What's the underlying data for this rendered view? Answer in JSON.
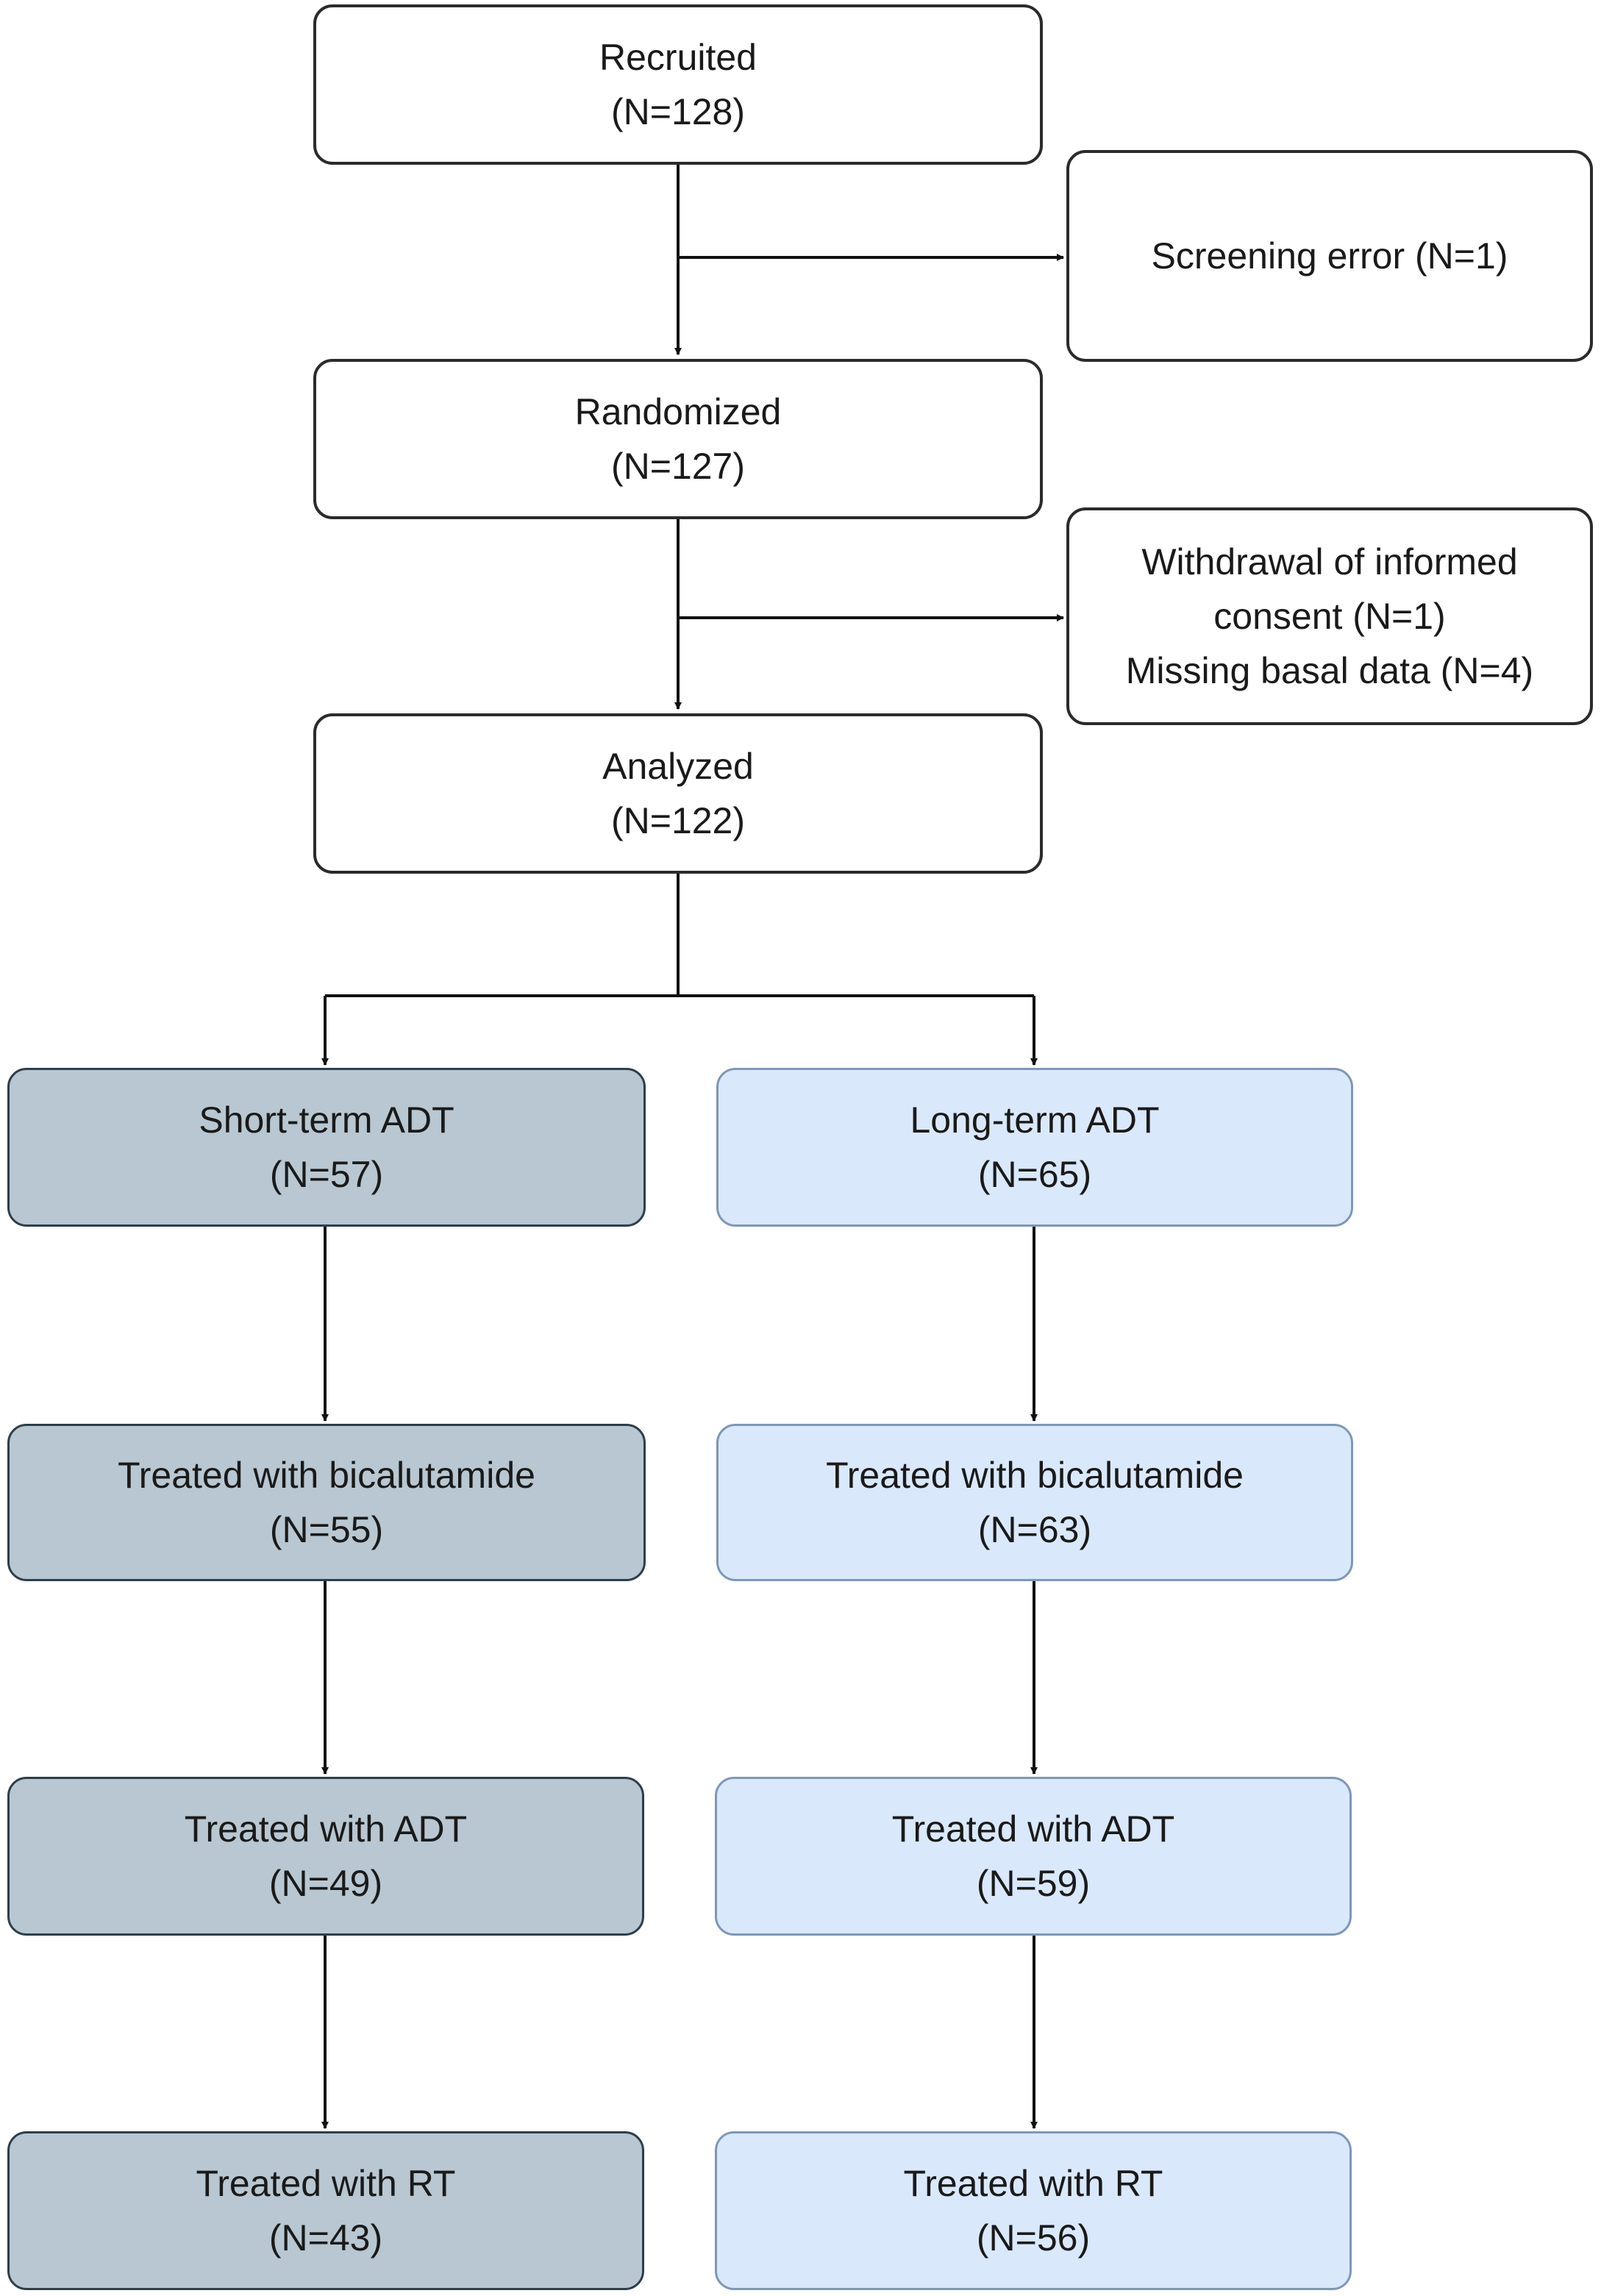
{
  "top_flow": {
    "recruited": {
      "label": "Recruited",
      "count": "(N=128)"
    },
    "screening_error": {
      "label": "Screening error (N=1)"
    },
    "randomized": {
      "label": "Randomized",
      "count": "(N=127)"
    },
    "exclusions": {
      "line1": "Withdrawal of informed",
      "line2": "consent (N=1)",
      "line3": "Missing basal data (N=4)"
    },
    "analyzed": {
      "label": "Analyzed",
      "count": "(N=122)"
    }
  },
  "short_term_arm": {
    "color": "#b8c7d1",
    "steps": [
      {
        "label": "Short-term ADT",
        "count": "(N=57)"
      },
      {
        "label": "Treated with bicalutamide",
        "count": "(N=55)"
      },
      {
        "label": "Treated with ADT",
        "count": "(N=49)"
      },
      {
        "label": "Treated with RT",
        "count": "(N=43)"
      }
    ]
  },
  "long_term_arm": {
    "color": "#dae8fb",
    "steps": [
      {
        "label": "Long-term ADT",
        "count": "(N=65)"
      },
      {
        "label": "Treated with bicalutamide",
        "count": "(N=63)"
      },
      {
        "label": "Treated with ADT",
        "count": "(N=59)"
      },
      {
        "label": "Treated with RT",
        "count": "(N=56)"
      }
    ]
  }
}
